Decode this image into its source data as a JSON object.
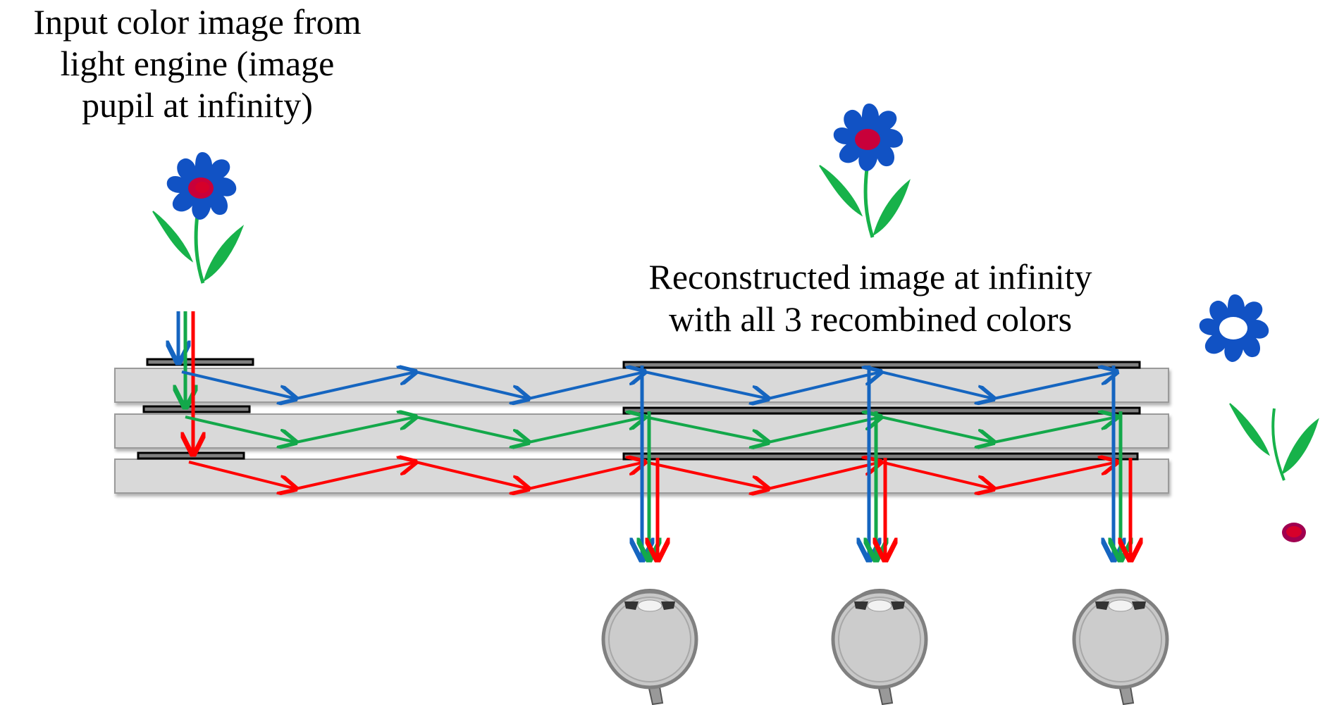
{
  "labels": {
    "input_line1": "Input color image from",
    "input_line2": "light engine (image",
    "input_line3": "pupil at infinity)",
    "output_line1": "Reconstructed image at infinity",
    "output_line2": "with all 3 recombined colors"
  },
  "colors": {
    "blue": "#1565c0",
    "green": "#13a84a",
    "red": "#ff0000",
    "waveguide_fill": "#d9d9d9",
    "grating_fill": "#808080",
    "flower_petal": "#1152c4",
    "flower_center": "#c8003a",
    "leaf": "#17b24a"
  },
  "waveguides": [
    {
      "name": "blue",
      "color_key": "blue"
    },
    {
      "name": "green",
      "color_key": "green"
    },
    {
      "name": "red",
      "color_key": "red"
    }
  ],
  "eyes": [
    "eye-1",
    "eye-2",
    "eye-3"
  ],
  "decomposed_image_parts": [
    "petals",
    "stem-and-leaves",
    "center-dot"
  ]
}
